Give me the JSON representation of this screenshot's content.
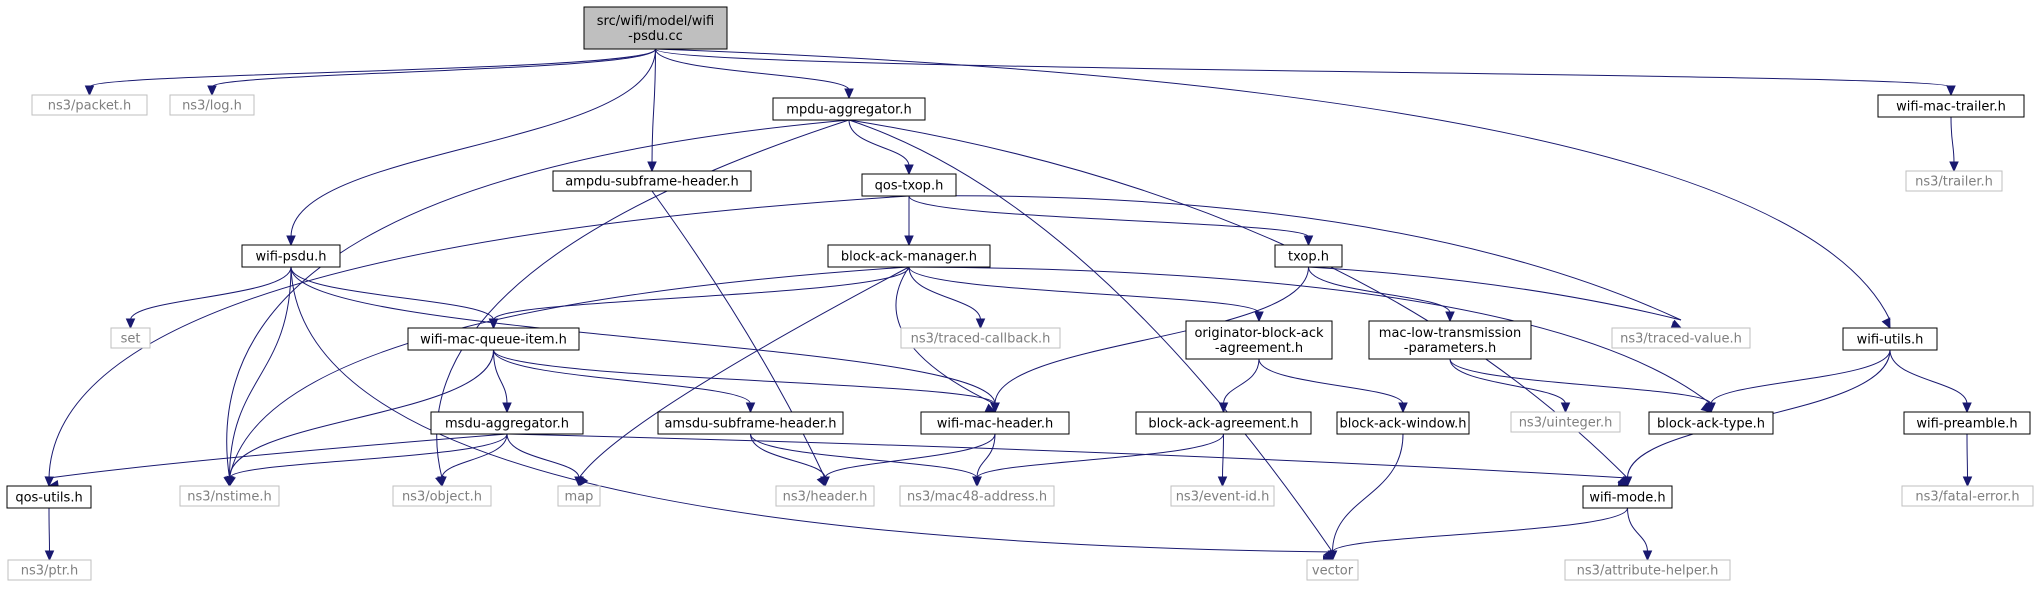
{
  "diagram": {
    "colors": {
      "root_fill": "#bfbfbf",
      "root_stroke": "#000000",
      "local_stroke": "#000000",
      "external_stroke": "#bfbfbf",
      "local_text": "#000000",
      "external_text": "#7f7f7f",
      "edge": "#191970",
      "background": "#ffffff"
    },
    "nodes": [
      {
        "id": "root",
        "kind": "root",
        "lines": [
          "src/wifi/model/wifi",
          "-psdu.cc"
        ]
      },
      {
        "id": "packet",
        "kind": "external",
        "lines": [
          "ns3/packet.h"
        ]
      },
      {
        "id": "log",
        "kind": "external",
        "lines": [
          "ns3/log.h"
        ]
      },
      {
        "id": "mpdu-agg",
        "kind": "local",
        "lines": [
          "mpdu-aggregator.h"
        ]
      },
      {
        "id": "wifi-mac-trailer",
        "kind": "local",
        "lines": [
          "wifi-mac-trailer.h"
        ]
      },
      {
        "id": "trailer",
        "kind": "external",
        "lines": [
          "ns3/trailer.h"
        ]
      },
      {
        "id": "ampdu-sub",
        "kind": "local",
        "lines": [
          "ampdu-subframe-header.h"
        ]
      },
      {
        "id": "qos-txop",
        "kind": "local",
        "lines": [
          "qos-txop.h"
        ]
      },
      {
        "id": "wifi-psdu",
        "kind": "local",
        "lines": [
          "wifi-psdu.h"
        ]
      },
      {
        "id": "block-ack-manager",
        "kind": "local",
        "lines": [
          "block-ack-manager.h"
        ]
      },
      {
        "id": "txop",
        "kind": "local",
        "lines": [
          "txop.h"
        ]
      },
      {
        "id": "set",
        "kind": "external",
        "lines": [
          "set"
        ]
      },
      {
        "id": "wifi-mac-queue-item",
        "kind": "local",
        "lines": [
          "wifi-mac-queue-item.h"
        ]
      },
      {
        "id": "traced-callback",
        "kind": "external",
        "lines": [
          "ns3/traced-callback.h"
        ]
      },
      {
        "id": "originator",
        "kind": "local",
        "lines": [
          "originator-block-ack",
          "-agreement.h"
        ]
      },
      {
        "id": "mac-low-tx",
        "kind": "local",
        "lines": [
          "mac-low-transmission",
          "-parameters.h"
        ]
      },
      {
        "id": "traced-value",
        "kind": "external",
        "lines": [
          "ns3/traced-value.h"
        ]
      },
      {
        "id": "wifi-utils",
        "kind": "local",
        "lines": [
          "wifi-utils.h"
        ]
      },
      {
        "id": "msdu-agg",
        "kind": "local",
        "lines": [
          "msdu-aggregator.h"
        ]
      },
      {
        "id": "amsdu-sub",
        "kind": "local",
        "lines": [
          "amsdu-subframe-header.h"
        ]
      },
      {
        "id": "wifi-mac-header",
        "kind": "local",
        "lines": [
          "wifi-mac-header.h"
        ]
      },
      {
        "id": "block-ack-agreement",
        "kind": "local",
        "lines": [
          "block-ack-agreement.h"
        ]
      },
      {
        "id": "block-ack-window",
        "kind": "local",
        "lines": [
          "block-ack-window.h"
        ]
      },
      {
        "id": "uinteger",
        "kind": "external",
        "lines": [
          "ns3/uinteger.h"
        ]
      },
      {
        "id": "block-ack-type",
        "kind": "local",
        "lines": [
          "block-ack-type.h"
        ]
      },
      {
        "id": "wifi-preamble",
        "kind": "local",
        "lines": [
          "wifi-preamble.h"
        ]
      },
      {
        "id": "qos-utils",
        "kind": "local",
        "lines": [
          "qos-utils.h"
        ]
      },
      {
        "id": "nstime",
        "kind": "external",
        "lines": [
          "ns3/nstime.h"
        ]
      },
      {
        "id": "object",
        "kind": "external",
        "lines": [
          "ns3/object.h"
        ]
      },
      {
        "id": "map",
        "kind": "external",
        "lines": [
          "map"
        ]
      },
      {
        "id": "header",
        "kind": "external",
        "lines": [
          "ns3/header.h"
        ]
      },
      {
        "id": "mac48",
        "kind": "external",
        "lines": [
          "ns3/mac48-address.h"
        ]
      },
      {
        "id": "event-id",
        "kind": "external",
        "lines": [
          "ns3/event-id.h"
        ]
      },
      {
        "id": "wifi-mode",
        "kind": "local",
        "lines": [
          "wifi-mode.h"
        ]
      },
      {
        "id": "fatal-error",
        "kind": "external",
        "lines": [
          "ns3/fatal-error.h"
        ]
      },
      {
        "id": "ptr",
        "kind": "external",
        "lines": [
          "ns3/ptr.h"
        ]
      },
      {
        "id": "vector",
        "kind": "external",
        "lines": [
          "vector"
        ]
      },
      {
        "id": "attribute-helper",
        "kind": "external",
        "lines": [
          "ns3/attribute-helper.h"
        ]
      }
    ],
    "edges": [
      [
        "root",
        "packet"
      ],
      [
        "root",
        "log"
      ],
      [
        "root",
        "mpdu-agg"
      ],
      [
        "root",
        "wifi-mac-trailer"
      ],
      [
        "root",
        "ampdu-sub"
      ],
      [
        "root",
        "wifi-psdu"
      ],
      [
        "root",
        "wifi-utils"
      ],
      [
        "wifi-mac-trailer",
        "trailer"
      ],
      [
        "mpdu-agg",
        "qos-txop"
      ],
      [
        "mpdu-agg",
        "nstime"
      ],
      [
        "mpdu-agg",
        "object"
      ],
      [
        "mpdu-agg",
        "vector"
      ],
      [
        "mpdu-agg",
        "wifi-mode"
      ],
      [
        "ampdu-sub",
        "header"
      ],
      [
        "qos-txop",
        "block-ack-manager"
      ],
      [
        "qos-txop",
        "txop"
      ],
      [
        "qos-txop",
        "traced-value"
      ],
      [
        "qos-txop",
        "qos-utils"
      ],
      [
        "wifi-psdu",
        "set"
      ],
      [
        "wifi-psdu",
        "wifi-mac-queue-item"
      ],
      [
        "wifi-psdu",
        "wifi-mac-header"
      ],
      [
        "wifi-psdu",
        "nstime"
      ],
      [
        "wifi-psdu",
        "vector"
      ],
      [
        "block-ack-manager",
        "wifi-mac-queue-item"
      ],
      [
        "block-ack-manager",
        "traced-callback"
      ],
      [
        "block-ack-manager",
        "originator"
      ],
      [
        "block-ack-manager",
        "wifi-mac-header"
      ],
      [
        "block-ack-manager",
        "block-ack-type"
      ],
      [
        "block-ack-manager",
        "nstime"
      ],
      [
        "block-ack-manager",
        "map"
      ],
      [
        "txop",
        "mac-low-tx"
      ],
      [
        "txop",
        "traced-value"
      ],
      [
        "txop",
        "wifi-mac-header"
      ],
      [
        "wifi-mac-queue-item",
        "msdu-agg"
      ],
      [
        "wifi-mac-queue-item",
        "amsdu-sub"
      ],
      [
        "wifi-mac-queue-item",
        "wifi-mac-header"
      ],
      [
        "wifi-mac-queue-item",
        "nstime"
      ],
      [
        "originator",
        "block-ack-agreement"
      ],
      [
        "originator",
        "block-ack-window"
      ],
      [
        "mac-low-tx",
        "uinteger"
      ],
      [
        "mac-low-tx",
        "block-ack-type"
      ],
      [
        "wifi-utils",
        "block-ack-type"
      ],
      [
        "wifi-utils",
        "wifi-preamble"
      ],
      [
        "wifi-utils",
        "wifi-mode"
      ],
      [
        "msdu-agg",
        "qos-utils"
      ],
      [
        "msdu-agg",
        "nstime"
      ],
      [
        "msdu-agg",
        "object"
      ],
      [
        "msdu-agg",
        "map"
      ],
      [
        "msdu-agg",
        "wifi-mode"
      ],
      [
        "amsdu-sub",
        "header"
      ],
      [
        "amsdu-sub",
        "mac48"
      ],
      [
        "wifi-mac-header",
        "header"
      ],
      [
        "wifi-mac-header",
        "mac48"
      ],
      [
        "block-ack-agreement",
        "mac48"
      ],
      [
        "block-ack-agreement",
        "event-id"
      ],
      [
        "block-ack-window",
        "vector"
      ],
      [
        "wifi-preamble",
        "fatal-error"
      ],
      [
        "qos-utils",
        "ptr"
      ],
      [
        "wifi-mode",
        "vector"
      ],
      [
        "wifi-mode",
        "attribute-helper"
      ]
    ]
  }
}
